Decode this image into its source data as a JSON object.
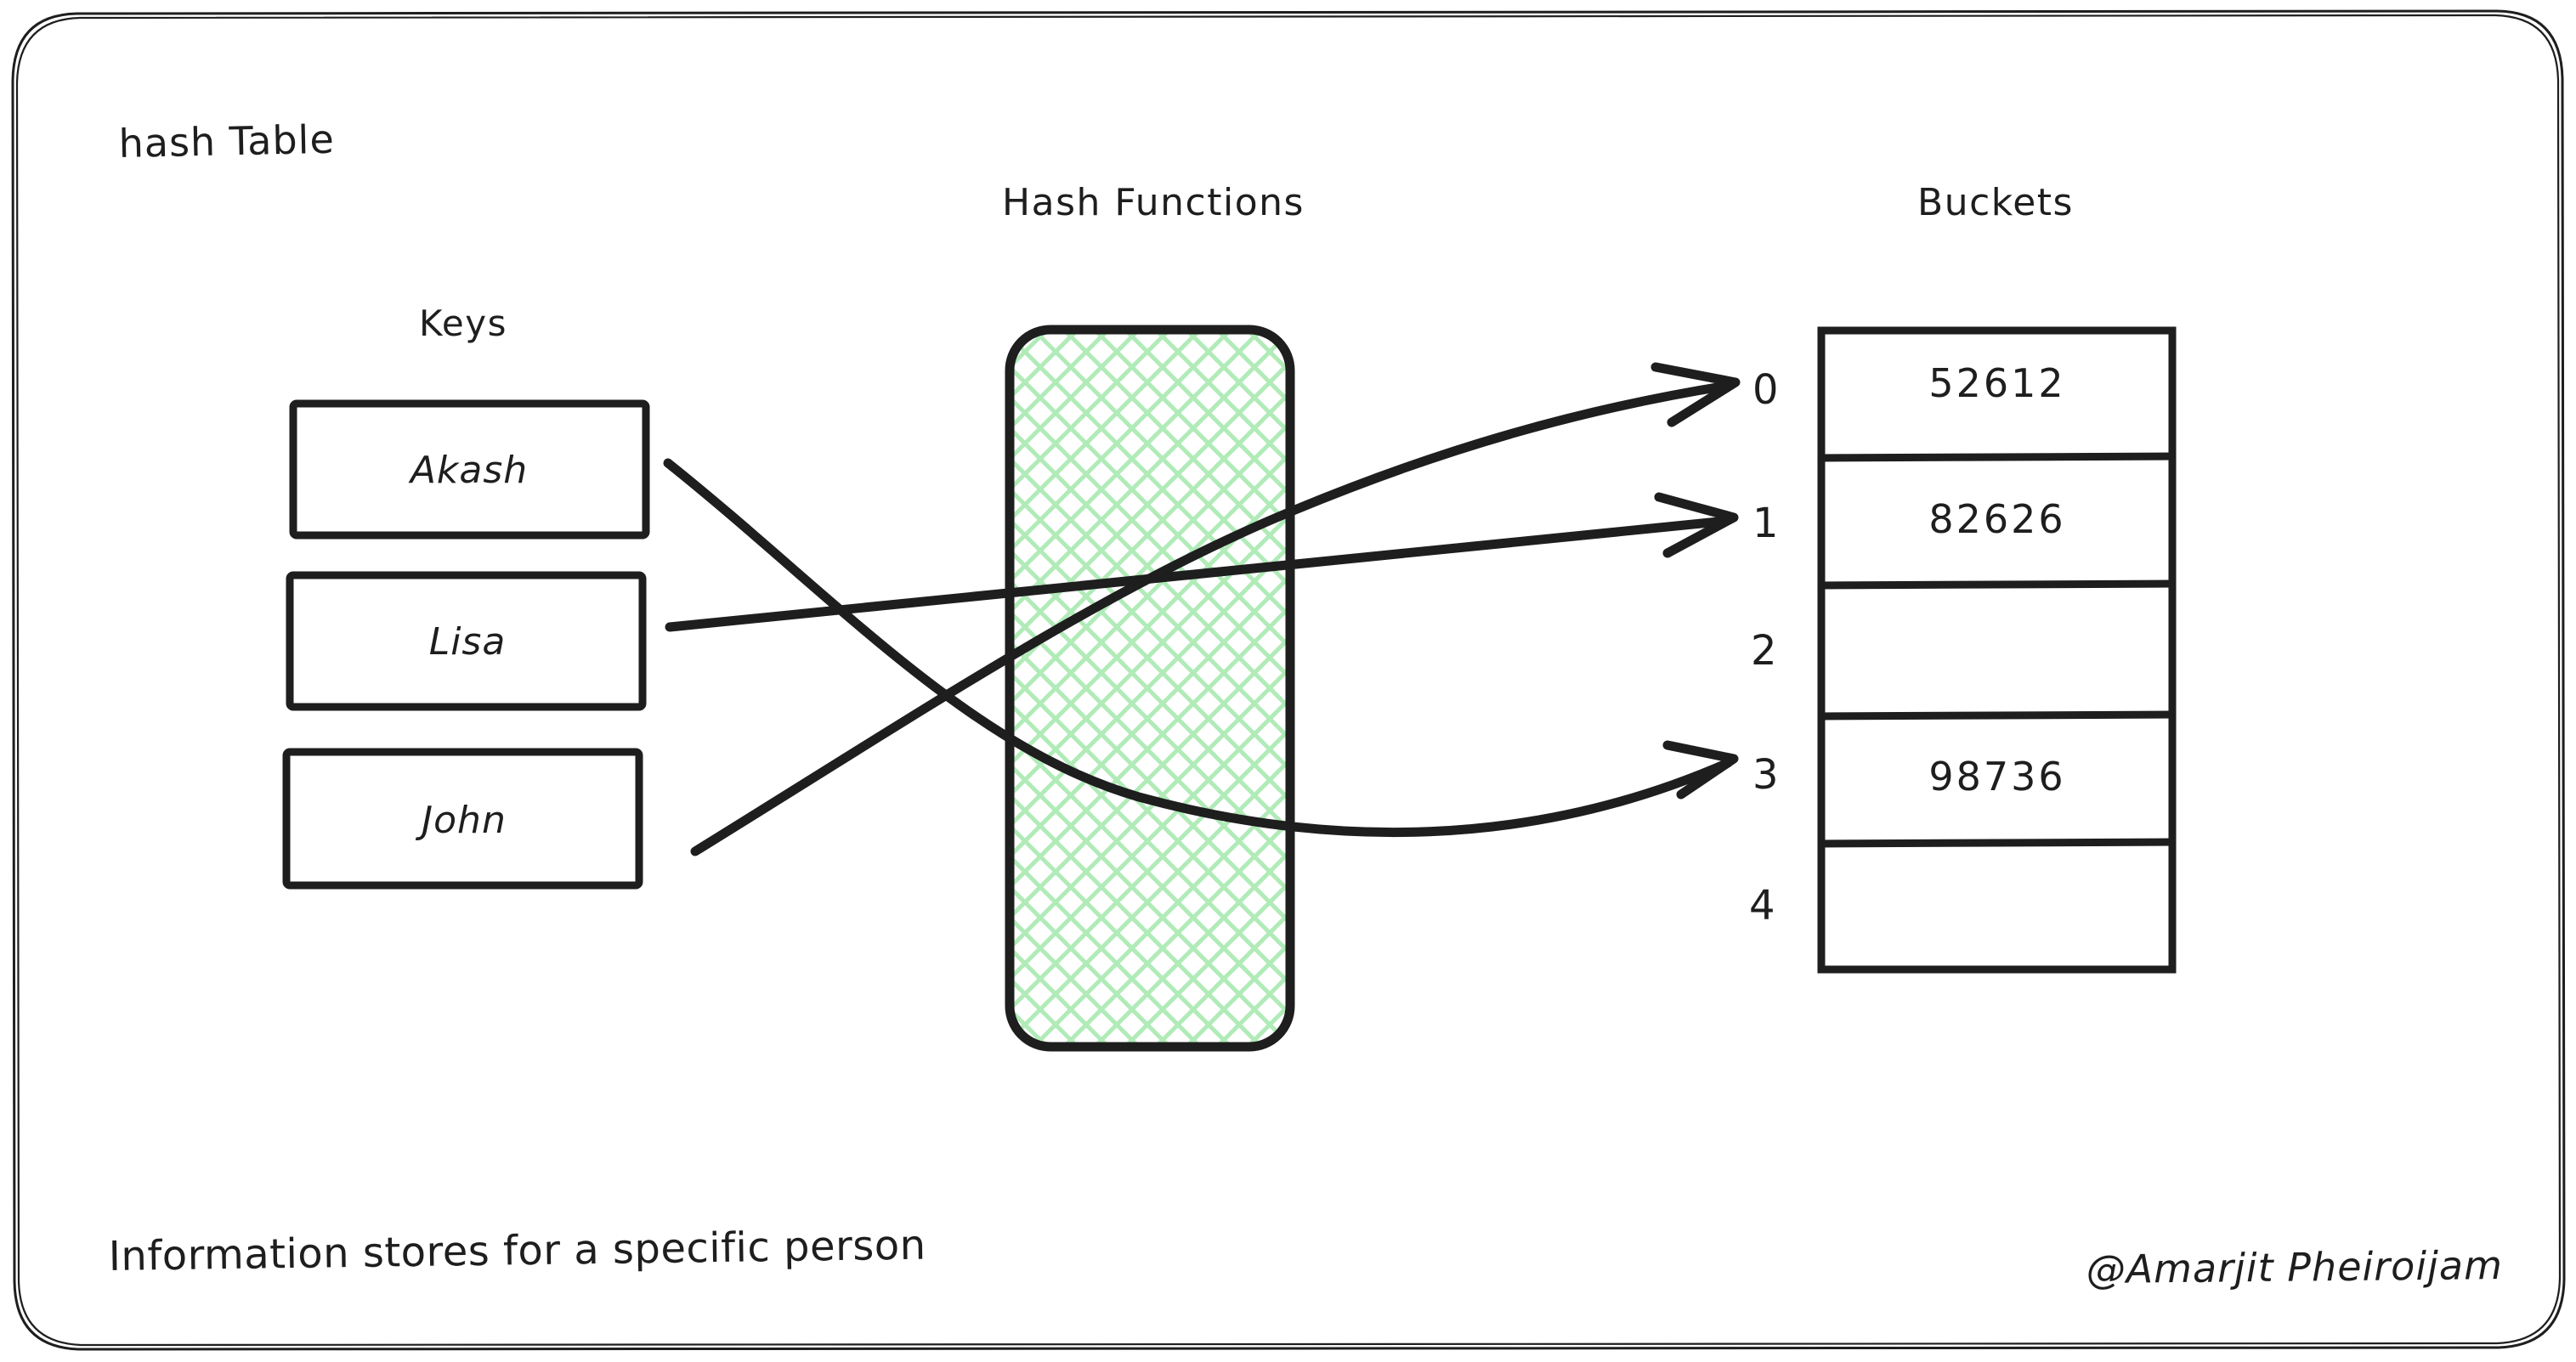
{
  "diagram": {
    "title": "hash Table",
    "footer_note": "Information stores for a specific person",
    "credit": "@Amarjit Pheiroijam",
    "colors": {
      "ink": "#1e1e1e",
      "hatch_green": "#b0ebb8",
      "background": "#ffffff"
    }
  },
  "keys_section": {
    "label": "Keys",
    "items": [
      {
        "name": "Akash"
      },
      {
        "name": "Lisa"
      },
      {
        "name": "John"
      }
    ]
  },
  "hash_section": {
    "label": "Hash Functions",
    "fill_pattern": "green-crosshatch"
  },
  "buckets_section": {
    "label": "Buckets",
    "rows": [
      {
        "index": "0",
        "value": "52612"
      },
      {
        "index": "1",
        "value": "82626"
      },
      {
        "index": "2",
        "value": ""
      },
      {
        "index": "3",
        "value": "98736"
      },
      {
        "index": "4",
        "value": ""
      }
    ]
  },
  "mappings": [
    {
      "from": "Akash",
      "to_index": "3"
    },
    {
      "from": "Lisa",
      "to_index": "1"
    },
    {
      "from": "John",
      "to_index": "0"
    }
  ]
}
